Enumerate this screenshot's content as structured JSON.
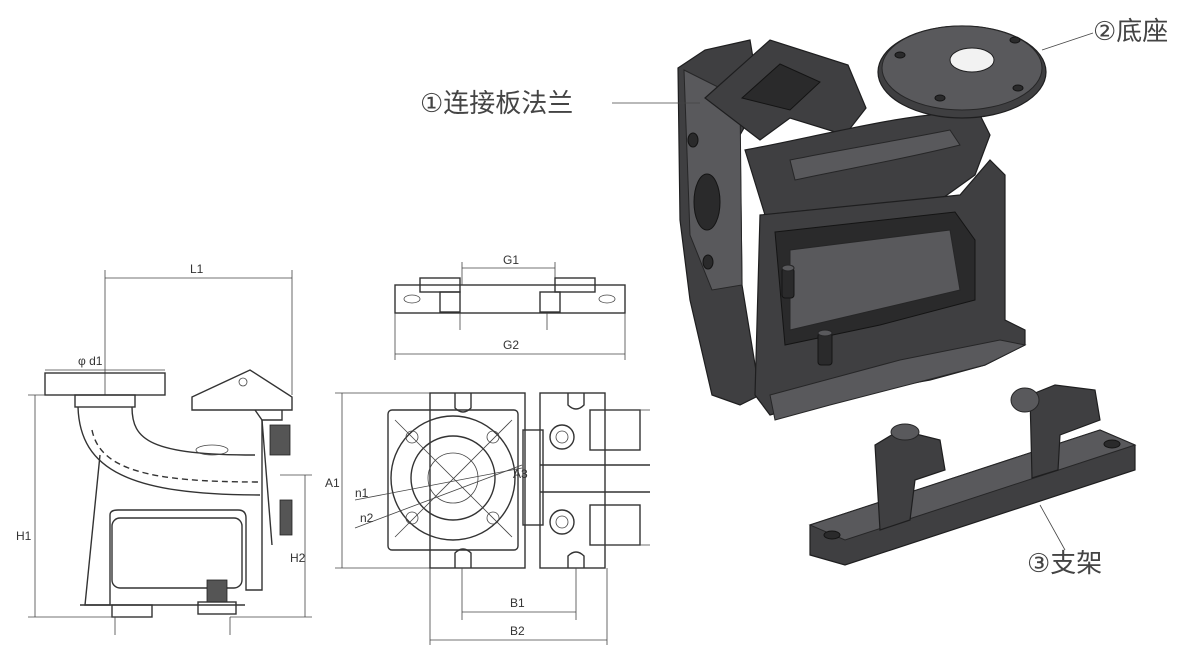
{
  "callouts": {
    "flange": "①连接板法兰",
    "base": "②底座",
    "bracket": "③支架"
  },
  "dims": {
    "L1": "L1",
    "d1": "φ d1",
    "H1": "H1",
    "H2": "H2",
    "G1": "G1",
    "G2": "G2",
    "A1": "A1",
    "A3": "A3",
    "n1": "n1",
    "n2": "n2",
    "B1": "B1",
    "B2": "B2"
  },
  "colors": {
    "cast_iron": "#3f3f41",
    "line": "#333333",
    "text": "#444444"
  }
}
